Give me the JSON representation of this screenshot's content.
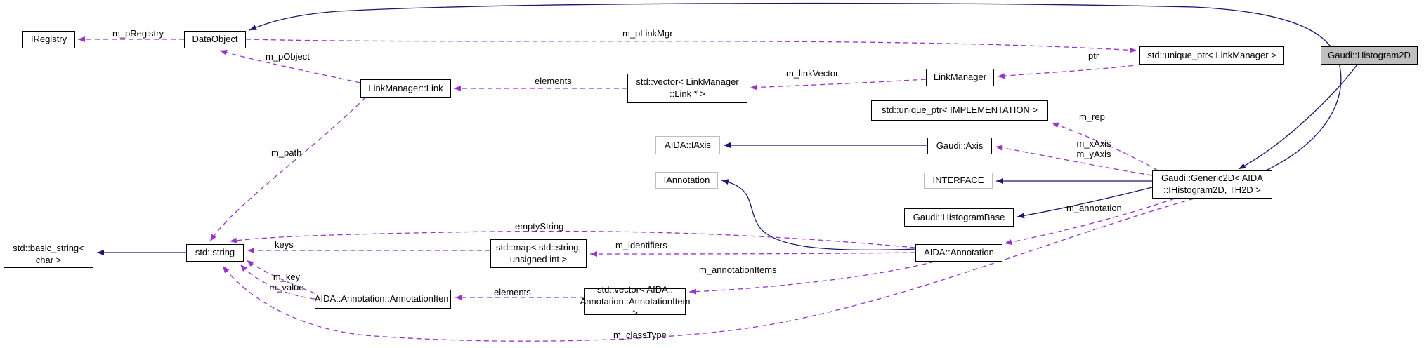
{
  "diagram": {
    "type": "collaboration-graph",
    "nodes": {
      "iregistry": "IRegistry",
      "dataobject": "DataObject",
      "linkmanager_link": "LinkManager::Link",
      "vector_link": "std::vector< LinkManager\n::Link * >",
      "linkmanager": "LinkManager",
      "unique_ptr_linkmanager": "std::unique_ptr< LinkManager >",
      "histogram2d": "Gaudi::Histogram2D",
      "unique_ptr_implementation": "std::unique_ptr< IMPLEMENTATION >",
      "aida_iaxis": "AIDA::IAxis",
      "gaudi_axis": "Gaudi::Axis",
      "iannotation": "IAnnotation",
      "interface": "INTERFACE",
      "generic2d": "Gaudi::Generic2D< AIDA\n::IHistogram2D, TH2D >",
      "histogrambase": "Gaudi::HistogramBase",
      "aida_annotation": "AIDA::Annotation",
      "basic_string": "std::basic_string<\nchar >",
      "std_string": "std::string",
      "std_map": "std::map< std::string,\nunsigned int >",
      "annotationitem": "AIDA::Annotation::AnnotationItem",
      "vector_annotationitem": "std::vector< AIDA::\nAnnotation::AnnotationItem >"
    },
    "edge_labels": {
      "m_pRegistry": "m_pRegistry",
      "m_pObject": "m_pObject",
      "m_pLinkMgr": "m_pLinkMgr",
      "ptr": "ptr",
      "m_linkVector": "m_linkVector",
      "elements_top": "elements",
      "m_rep": "m_rep",
      "m_axes": "m_xAxis\nm_yAxis",
      "m_annotation": "m_annotation",
      "m_identifiers": "m_identifiers",
      "emptyString": "emptyString",
      "keys": "keys",
      "m_path": "m_path",
      "m_key_value": "m_key\nm_value",
      "m_annotationItems": "m_annotationItems",
      "elements_bottom": "elements",
      "m_classType": "m_classType"
    },
    "colors": {
      "inheritance_edge": "#191970",
      "usage_edge": "#9a32cd",
      "node_border": "#000000",
      "external_node_border": "#bdbdbd",
      "focus_node_fill": "#bfbfbf"
    }
  }
}
